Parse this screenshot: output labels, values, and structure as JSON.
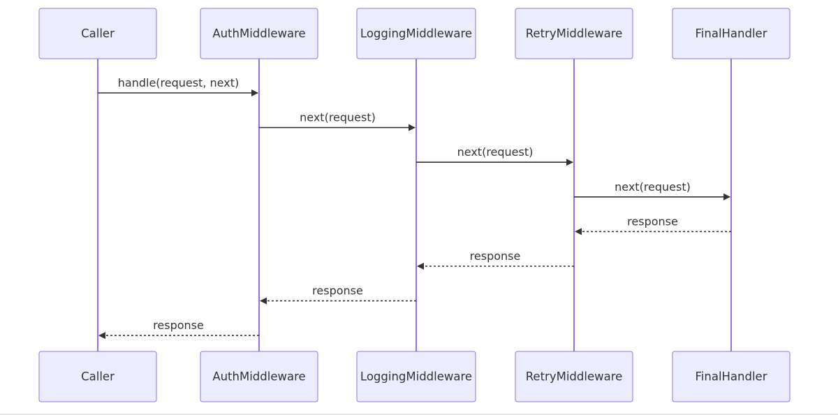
{
  "diagram": {
    "participants": [
      {
        "id": "caller",
        "label": "Caller"
      },
      {
        "id": "auth",
        "label": "AuthMiddleware"
      },
      {
        "id": "logging",
        "label": "LoggingMiddleware"
      },
      {
        "id": "retry",
        "label": "RetryMiddleware"
      },
      {
        "id": "final",
        "label": "FinalHandler"
      }
    ],
    "messages": [
      {
        "from": "caller",
        "to": "auth",
        "label": "handle(request, next)",
        "style": "solid"
      },
      {
        "from": "auth",
        "to": "logging",
        "label": "next(request)",
        "style": "solid"
      },
      {
        "from": "logging",
        "to": "retry",
        "label": "next(request)",
        "style": "solid"
      },
      {
        "from": "retry",
        "to": "final",
        "label": "next(request)",
        "style": "solid"
      },
      {
        "from": "final",
        "to": "retry",
        "label": "response",
        "style": "dashed"
      },
      {
        "from": "retry",
        "to": "logging",
        "label": "response",
        "style": "dashed"
      },
      {
        "from": "logging",
        "to": "auth",
        "label": "response",
        "style": "dashed"
      },
      {
        "from": "auth",
        "to": "caller",
        "label": "response",
        "style": "dashed"
      }
    ],
    "colors": {
      "box_fill": "#ECECFF",
      "box_stroke": "#9370DB",
      "lifeline": "#9370DB",
      "message_line": "#333333",
      "text": "#333333"
    }
  }
}
